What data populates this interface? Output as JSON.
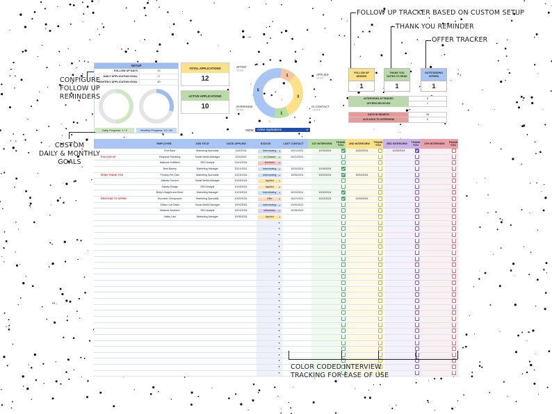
{
  "annotations": {
    "follow_up_tracker": "FOLLOW UP TRACKER BASED ON CUSTOM SETUP",
    "thank_you_reminder": "THANK YOU REMINDER",
    "offer_tracker": "OFFER TRACKER",
    "configure": [
      "CONFIGURE",
      "FOLLOW UP",
      "REMINDERS"
    ],
    "custom_goals": [
      "CUSTOM",
      "DAILY & MONTHLY",
      "GOALS"
    ],
    "color_coded": [
      "COLOR CODED INTERVIEW",
      "TRACKING FOR EASE OF USE"
    ]
  },
  "setup": {
    "title": "SETUP",
    "rows": [
      {
        "label": "FOLLOW UP DAYS",
        "value": "15"
      },
      {
        "label": "DAILY APPLICATION GOAL",
        "value": "2"
      },
      {
        "label": "MONTHLY APPLICATION GOAL",
        "value": "40"
      }
    ],
    "daily_progress": "Daily Progress: 1 / 2",
    "monthly_progress": "Monthly Progress: 12 / 40",
    "daily_fraction": 0.5,
    "monthly_fraction": 0.3
  },
  "cards": {
    "total_label": "TOTAL APPLICATIONS",
    "total_value": "12",
    "active_label": "ACTIVE APPLICATIONS",
    "active_value": "10"
  },
  "status_chart": {
    "segments": [
      {
        "label": "APPLIED",
        "pct": "10.0%",
        "value": 3,
        "color": "#fde08a"
      },
      {
        "label": "IN CONTACT",
        "pct": "10.0%",
        "value": 1,
        "color": "#b7dfa1"
      },
      {
        "label": "INTERVIEW",
        "pct": "50.0%",
        "value": 5,
        "color": "#a9c5f3"
      },
      {
        "label": "OFFER",
        "pct": "10.0%",
        "value": 1,
        "color": "#f6c6a4"
      }
    ],
    "view_label": "VIEW:",
    "view_value": "Active Applications"
  },
  "trackers": {
    "follow_up_label": "FOLLOW UP NEEDED",
    "follow_up_value": "1",
    "thank_you_label": "THANK YOU NOTES TO SEND",
    "thank_you_value": "1",
    "offers_label": "OUTSTANDING OFFERS",
    "offers_value": "1"
  },
  "stats": [
    {
      "label": "INTERVIEWS ATTENDED",
      "value": "8",
      "color": "#b9dba9"
    },
    {
      "label": "OFFERS RECEIVED",
      "value": "1",
      "color": "#b9dba9"
    },
    {
      "label": "DAYS IN SEARCH",
      "value": "36",
      "color": "#e79a9a"
    },
    {
      "label": "AVG DAYS TO INTERVIEW",
      "value": "5",
      "color": "#e79a9a"
    }
  ],
  "table": {
    "headers": {
      "employer": "EMPLOYER",
      "job": "JOB TITLE",
      "date": "DATE APPLIED",
      "status": "STATUS",
      "last": "LAST CONTACT",
      "i1": "1ST INTERVIEW",
      "t1": "THANK YOU",
      "i2": "2ND INTERVIEW",
      "t2": "THANK YOU",
      "i3": "3RD INTERVIEW",
      "t3": "THANK YOU",
      "i4": "4TH INTERVIEW",
      "t4": "THANK YOU"
    },
    "rows": [
      {
        "tag": "",
        "employer": "First Bank",
        "job": "Marketing Specialist",
        "date": "10/2/2024",
        "status": "Interviewing",
        "last": "10/21/2024",
        "i1": "10/15/2024",
        "t1": true,
        "i2": "10/20/2024",
        "t2": false,
        "i3": "10/26/2024",
        "t3": true,
        "i4": "",
        "t4": false
      },
      {
        "tag": "FOLLOW UP",
        "employer": "Regional Plumbing",
        "job": "Social Media Manager",
        "date": "10/3/2024",
        "status": "In Contact",
        "last": "10/21/2024",
        "i1": "",
        "t1": false,
        "i2": "",
        "t2": false,
        "i3": "",
        "t3": false,
        "i4": "",
        "t4": false
      },
      {
        "tag": "",
        "employer": "National Outfitters",
        "job": "SEO Analyst",
        "date": "10/11/2024",
        "status": "Declined",
        "last": "",
        "i1": "",
        "t1": false,
        "i2": "",
        "t2": false,
        "i3": "",
        "t3": false,
        "i4": "",
        "t4": false
      },
      {
        "tag": "",
        "employer": "Best Bakery",
        "job": "Marketing Manager",
        "date": "10/11/2024",
        "status": "Interviewing",
        "last": "10/20/2024",
        "i1": "10/18/2024",
        "t1": true,
        "i2": "",
        "t2": false,
        "i3": "",
        "t3": false,
        "i4": "",
        "t4": false
      },
      {
        "tag": "SEND THANK YOU",
        "employer": "Primary Pet Care",
        "job": "Marketing Specialist",
        "date": "10/14/2024",
        "status": "Interviewing",
        "last": "10/26/2024",
        "i1": "10/20/2024",
        "t1": true,
        "i2": "10/24/2024",
        "t2": false,
        "i3": "",
        "t3": false,
        "i4": "",
        "t4": false
      },
      {
        "tag": "",
        "employer": "Atlantic Grocers",
        "job": "Social Media Manager",
        "date": "10/16/2024",
        "status": "Applied",
        "last": "",
        "i1": "",
        "t1": false,
        "i2": "",
        "t2": false,
        "i3": "",
        "t3": false,
        "i4": "",
        "t4": false
      },
      {
        "tag": "",
        "employer": "Gatsby Design",
        "job": "SEO Analyst",
        "date": "10/18/2024",
        "status": "Applied",
        "last": "",
        "i1": "",
        "t1": false,
        "i2": "",
        "t2": false,
        "i3": "",
        "t3": false,
        "i4": "",
        "t4": false
      },
      {
        "tag": "",
        "employer": "Betty's Bagels and More",
        "job": "Marketing Manager",
        "date": "10/19/2024",
        "status": "Interviewing",
        "last": "10/20/2024",
        "i1": "10/20/2024",
        "t1": true,
        "i2": "",
        "t2": false,
        "i3": "",
        "t3": false,
        "i4": "",
        "t4": false
      },
      {
        "tag": "RESPOND TO OFFER",
        "employer": "Mountain Chiropractic",
        "job": "Marketing Specialist",
        "date": "10/20/2024",
        "status": "Offer",
        "last": "10/27/2024",
        "i1": "10/22/2024",
        "t1": true,
        "i2": "10/25/2024",
        "t2": false,
        "i3": "",
        "t3": false,
        "i4": "",
        "t4": false
      },
      {
        "tag": "",
        "employer": "Wilson Car Sales",
        "job": "Social Media Manager",
        "date": "10/20/2024",
        "status": "Interviewing",
        "last": "10/20/2024",
        "i1": "",
        "t1": false,
        "i2": "",
        "t2": false,
        "i3": "",
        "t3": false,
        "i4": "",
        "t4": false
      },
      {
        "tag": "",
        "employer": "Midwest Jewelers",
        "job": "SEO Analyst",
        "date": "10/21/2024",
        "status": "Withdrawn",
        "last": "10/26/2024",
        "i1": "",
        "t1": false,
        "i2": "",
        "t2": false,
        "i3": "",
        "t3": false,
        "i4": "",
        "t4": false
      },
      {
        "tag": "",
        "employer": "Valley Law",
        "job": "Marketing Manager",
        "date": "10/30/2024",
        "status": "Applied",
        "last": "",
        "i1": "",
        "t1": false,
        "i2": "",
        "t2": false,
        "i3": "",
        "t3": false,
        "i4": "",
        "t4": false
      }
    ],
    "empty_rows": 26
  },
  "colors": {
    "header_blue": "#a9c5f3",
    "green_col": "#b9dba9",
    "yellow_col": "#fde08a",
    "violet_col": "#c9b3e9",
    "red_col": "#e8a1a8",
    "status": {
      "Interviewing": "#cfe0fb",
      "In Contact": "#d3ecc6",
      "Declined": "#f6c6c6",
      "Applied": "#fde6a6",
      "Offer": "#fbd9c0",
      "Withdrawn": "#e0d2f2"
    }
  }
}
